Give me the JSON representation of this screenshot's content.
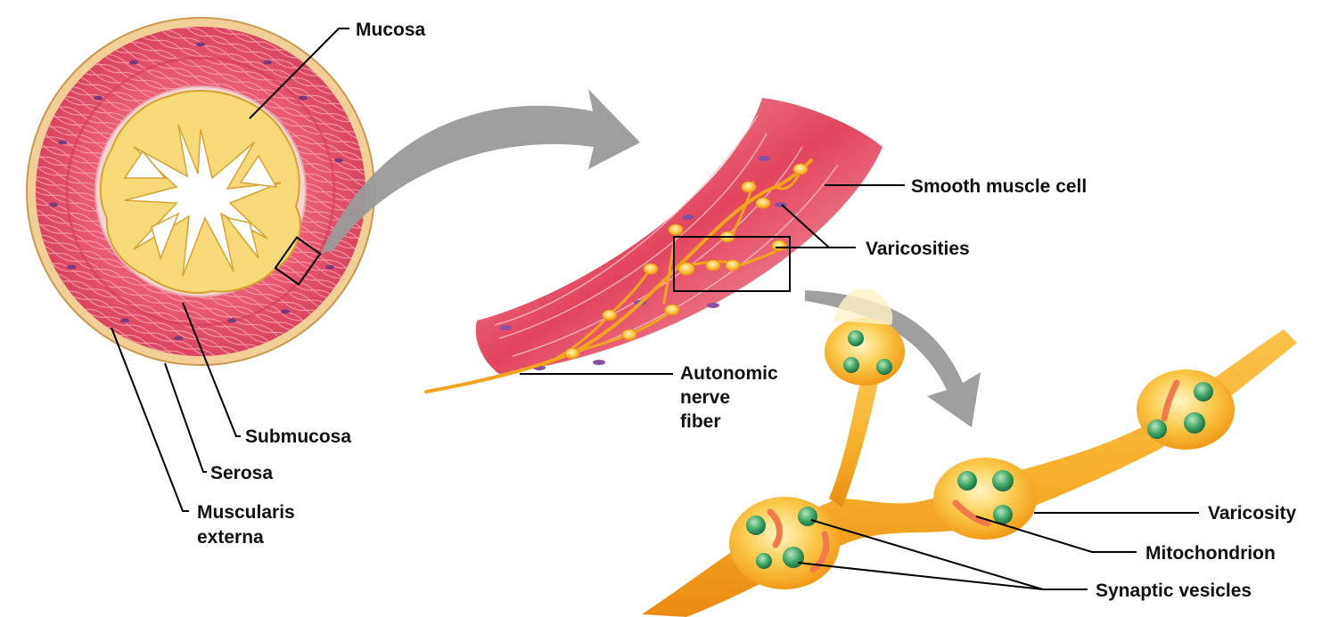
{
  "labels": {
    "mucosa": "Mucosa",
    "submucosa": "Submucosa",
    "serosa": "Serosa",
    "muscularis_line1": "Muscularis",
    "muscularis_line2": "externa",
    "smooth_muscle_cell": "Smooth muscle cell",
    "varicosities": "Varicosities",
    "autonomic_line1": "Autonomic",
    "autonomic_line2": "nerve",
    "autonomic_line3": "fiber",
    "varicosity": "Varicosity",
    "mitochondrion": "Mitochondrion",
    "synaptic_vesicles": "Synaptic vesicles"
  },
  "colors": {
    "muscle": "#e8506a",
    "muscle_light": "#f4a3ad",
    "serosa": "#f2cf96",
    "mucosa_fold": "#f7d97a",
    "nerve": "#f3a51c",
    "vesicle": "#2f9a5e",
    "mitochondrion": "#f07a4c",
    "arrow": "#9a9a9a",
    "nucleus": "#7a3a7a"
  }
}
